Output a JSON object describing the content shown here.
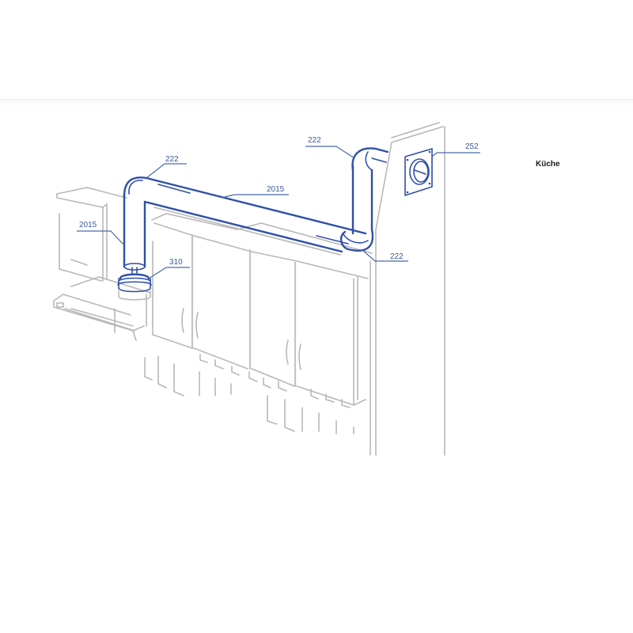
{
  "diagram": {
    "room_label": "Küche",
    "colors": {
      "duct_blue": "#2f4fa8",
      "callout_blue": "#3a5a9a",
      "outline_gray": "#b8b8b8",
      "text_dark": "#1a1a1a"
    },
    "callouts": [
      {
        "id": "elbow-top-left",
        "label": "222"
      },
      {
        "id": "pipe-horizontal",
        "label": "2015"
      },
      {
        "id": "pipe-vertical-left",
        "label": "2015"
      },
      {
        "id": "adapter-hood",
        "label": "310"
      },
      {
        "id": "elbow-top-right",
        "label": "222"
      },
      {
        "id": "elbow-bottom-right",
        "label": "222"
      },
      {
        "id": "wall-outlet",
        "label": "252"
      }
    ]
  }
}
